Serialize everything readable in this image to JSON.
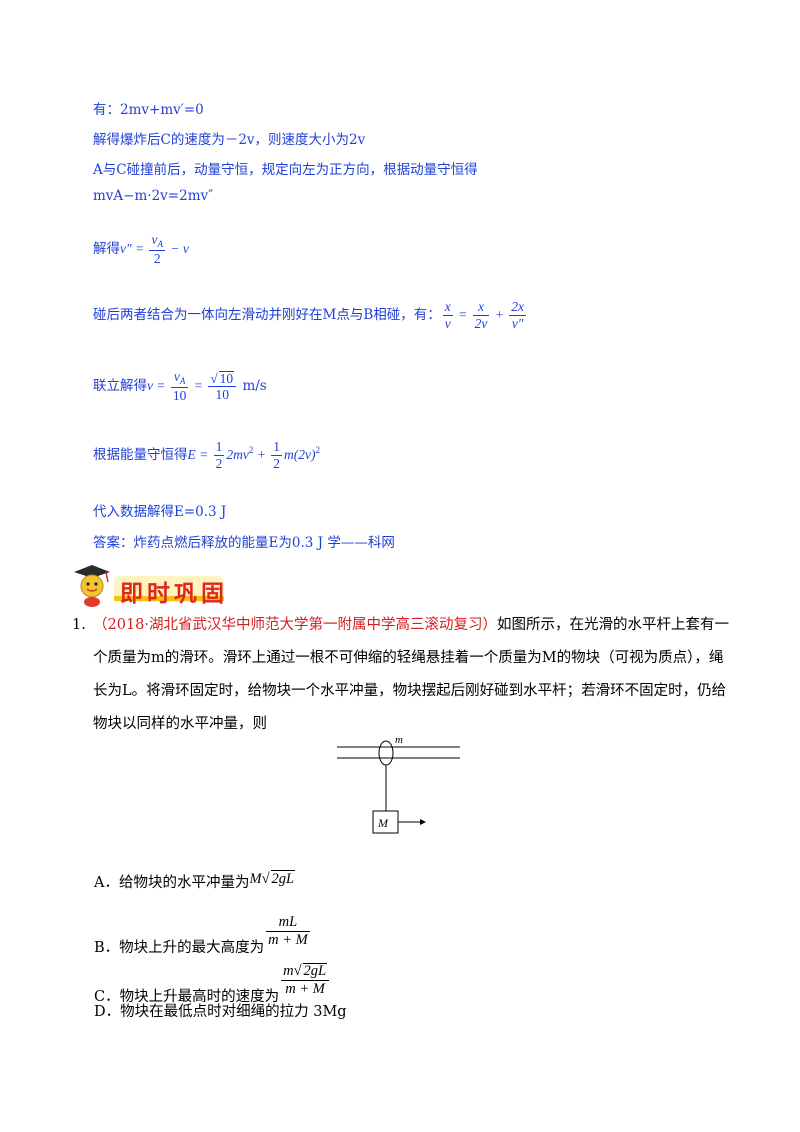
{
  "solution": {
    "line1": "有：2mv+mv′=0",
    "line2": "解得爆炸后C的速度为－2v，则速度大小为2v",
    "line3": "A与C碰撞前后，动量守恒，规定向左为正方向，根据动量守恒得",
    "line4": "mvA−m·2v=2mv″",
    "line5_prefix": "解得",
    "line6_prefix": "碰后两者结合为一体向左滑动并刚好在M点与B相碰，有：",
    "line7_prefix": "联立解得",
    "line7_unit": "m/s",
    "line8_prefix": "根据能量守恒得",
    "line9": "代入数据解得E=0.3 J",
    "answer": "答案：炸药点燃后释放的能量E为0.3 J 学——科网"
  },
  "banner": {
    "title": "即时巩固"
  },
  "question": {
    "number": "1.",
    "source": "（2018·湖北省武汉华中师范大学第一附属中学高三滚动复习）",
    "text": "如图所示，在光滑的水平杆上套有一个质量为m的滑环。滑环上通过一根不可伸缩的轻绳悬挂着一个质量为M的物块（可视为质点），绳长为L。将滑环固定时，给物块一个水平冲量，物块摆起后刚好碰到水平杆；若滑环不固定时，仍给物块以同样的水平冲量，则",
    "figure": {
      "ring_label": "m",
      "block_label": "M"
    }
  },
  "options": {
    "a_prefix": "A．给物块的水平冲量为",
    "b_prefix": "B．物块上升的最大高度为",
    "c_prefix": "C．物块上升最高时的速度为",
    "d": "D．物块在最低点时对细绳的拉力 3Mg"
  }
}
